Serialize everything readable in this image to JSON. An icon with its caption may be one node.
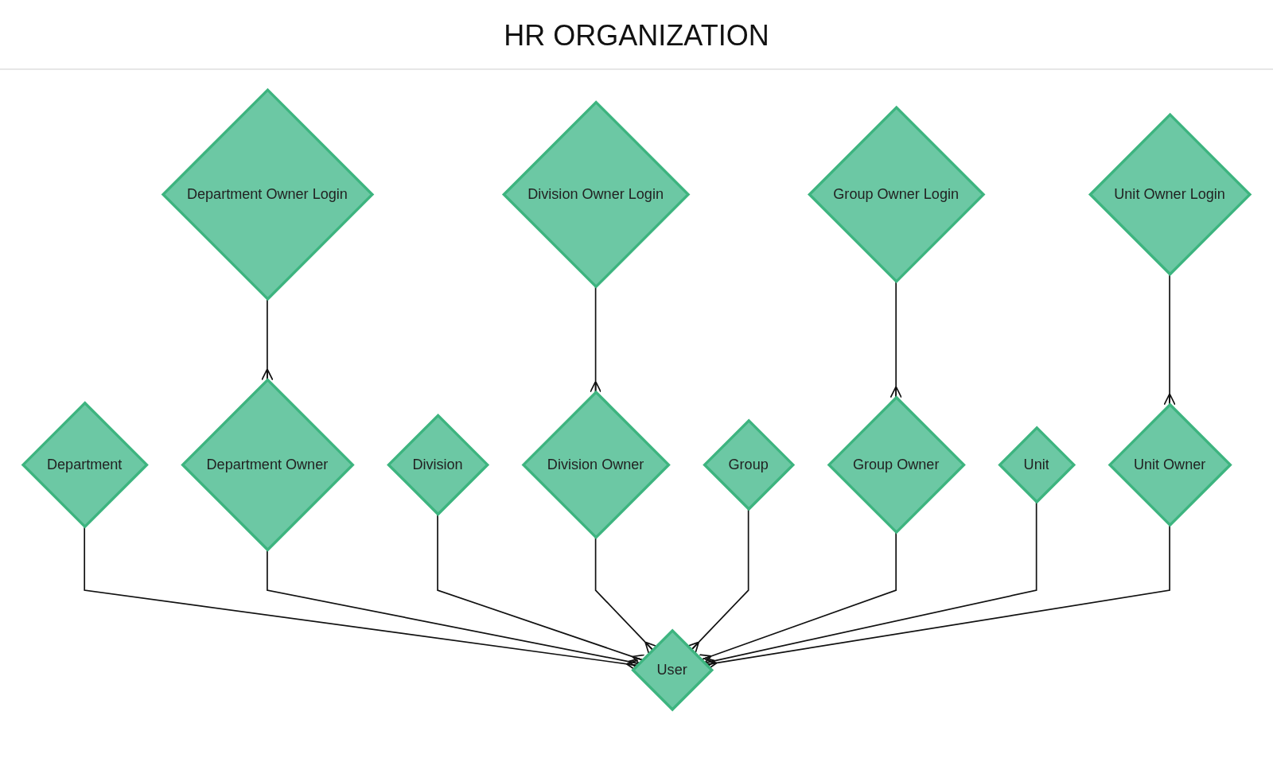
{
  "diagram": {
    "title": "HR ORGANIZATION",
    "nodes": [
      {
        "text": [
          "Department Owner Login"
        ]
      },
      {
        "text": [
          "Division Owner Login"
        ]
      },
      {
        "text": [
          "Group Owner Login"
        ]
      },
      {
        "text": [
          "Unit Owner Login"
        ]
      },
      {
        "text": [
          "Department"
        ]
      },
      {
        "text": [
          "Department Owner"
        ]
      },
      {
        "text": [
          "Division"
        ]
      },
      {
        "text": [
          "Division Owner"
        ]
      },
      {
        "text": [
          "Group"
        ]
      },
      {
        "text": [
          "Group Owner"
        ]
      },
      {
        "text": [
          "Unit"
        ]
      },
      {
        "text": [
          "Unit Owner"
        ]
      },
      {
        "text": [
          "User"
        ]
      }
    ],
    "edges": [
      {
        "from": 0,
        "to": 5,
        "arrow": "other"
      },
      {
        "from": 1,
        "to": 7,
        "arrow": "other"
      },
      {
        "from": 2,
        "to": 9,
        "arrow": "other"
      },
      {
        "from": 3,
        "to": 11,
        "arrow": "other"
      },
      {
        "from": 4,
        "to": 12,
        "arrow": "other"
      },
      {
        "from": 5,
        "to": 12,
        "arrow": "other"
      },
      {
        "from": 6,
        "to": 12,
        "arrow": "other"
      },
      {
        "from": 7,
        "to": 12,
        "arrow": "other"
      },
      {
        "from": 8,
        "to": 12,
        "arrow": "other"
      },
      {
        "from": 9,
        "to": 12,
        "arrow": "other"
      },
      {
        "from": 10,
        "to": 12,
        "arrow": "other"
      },
      {
        "from": 11,
        "to": 12,
        "arrow": "other"
      }
    ]
  }
}
